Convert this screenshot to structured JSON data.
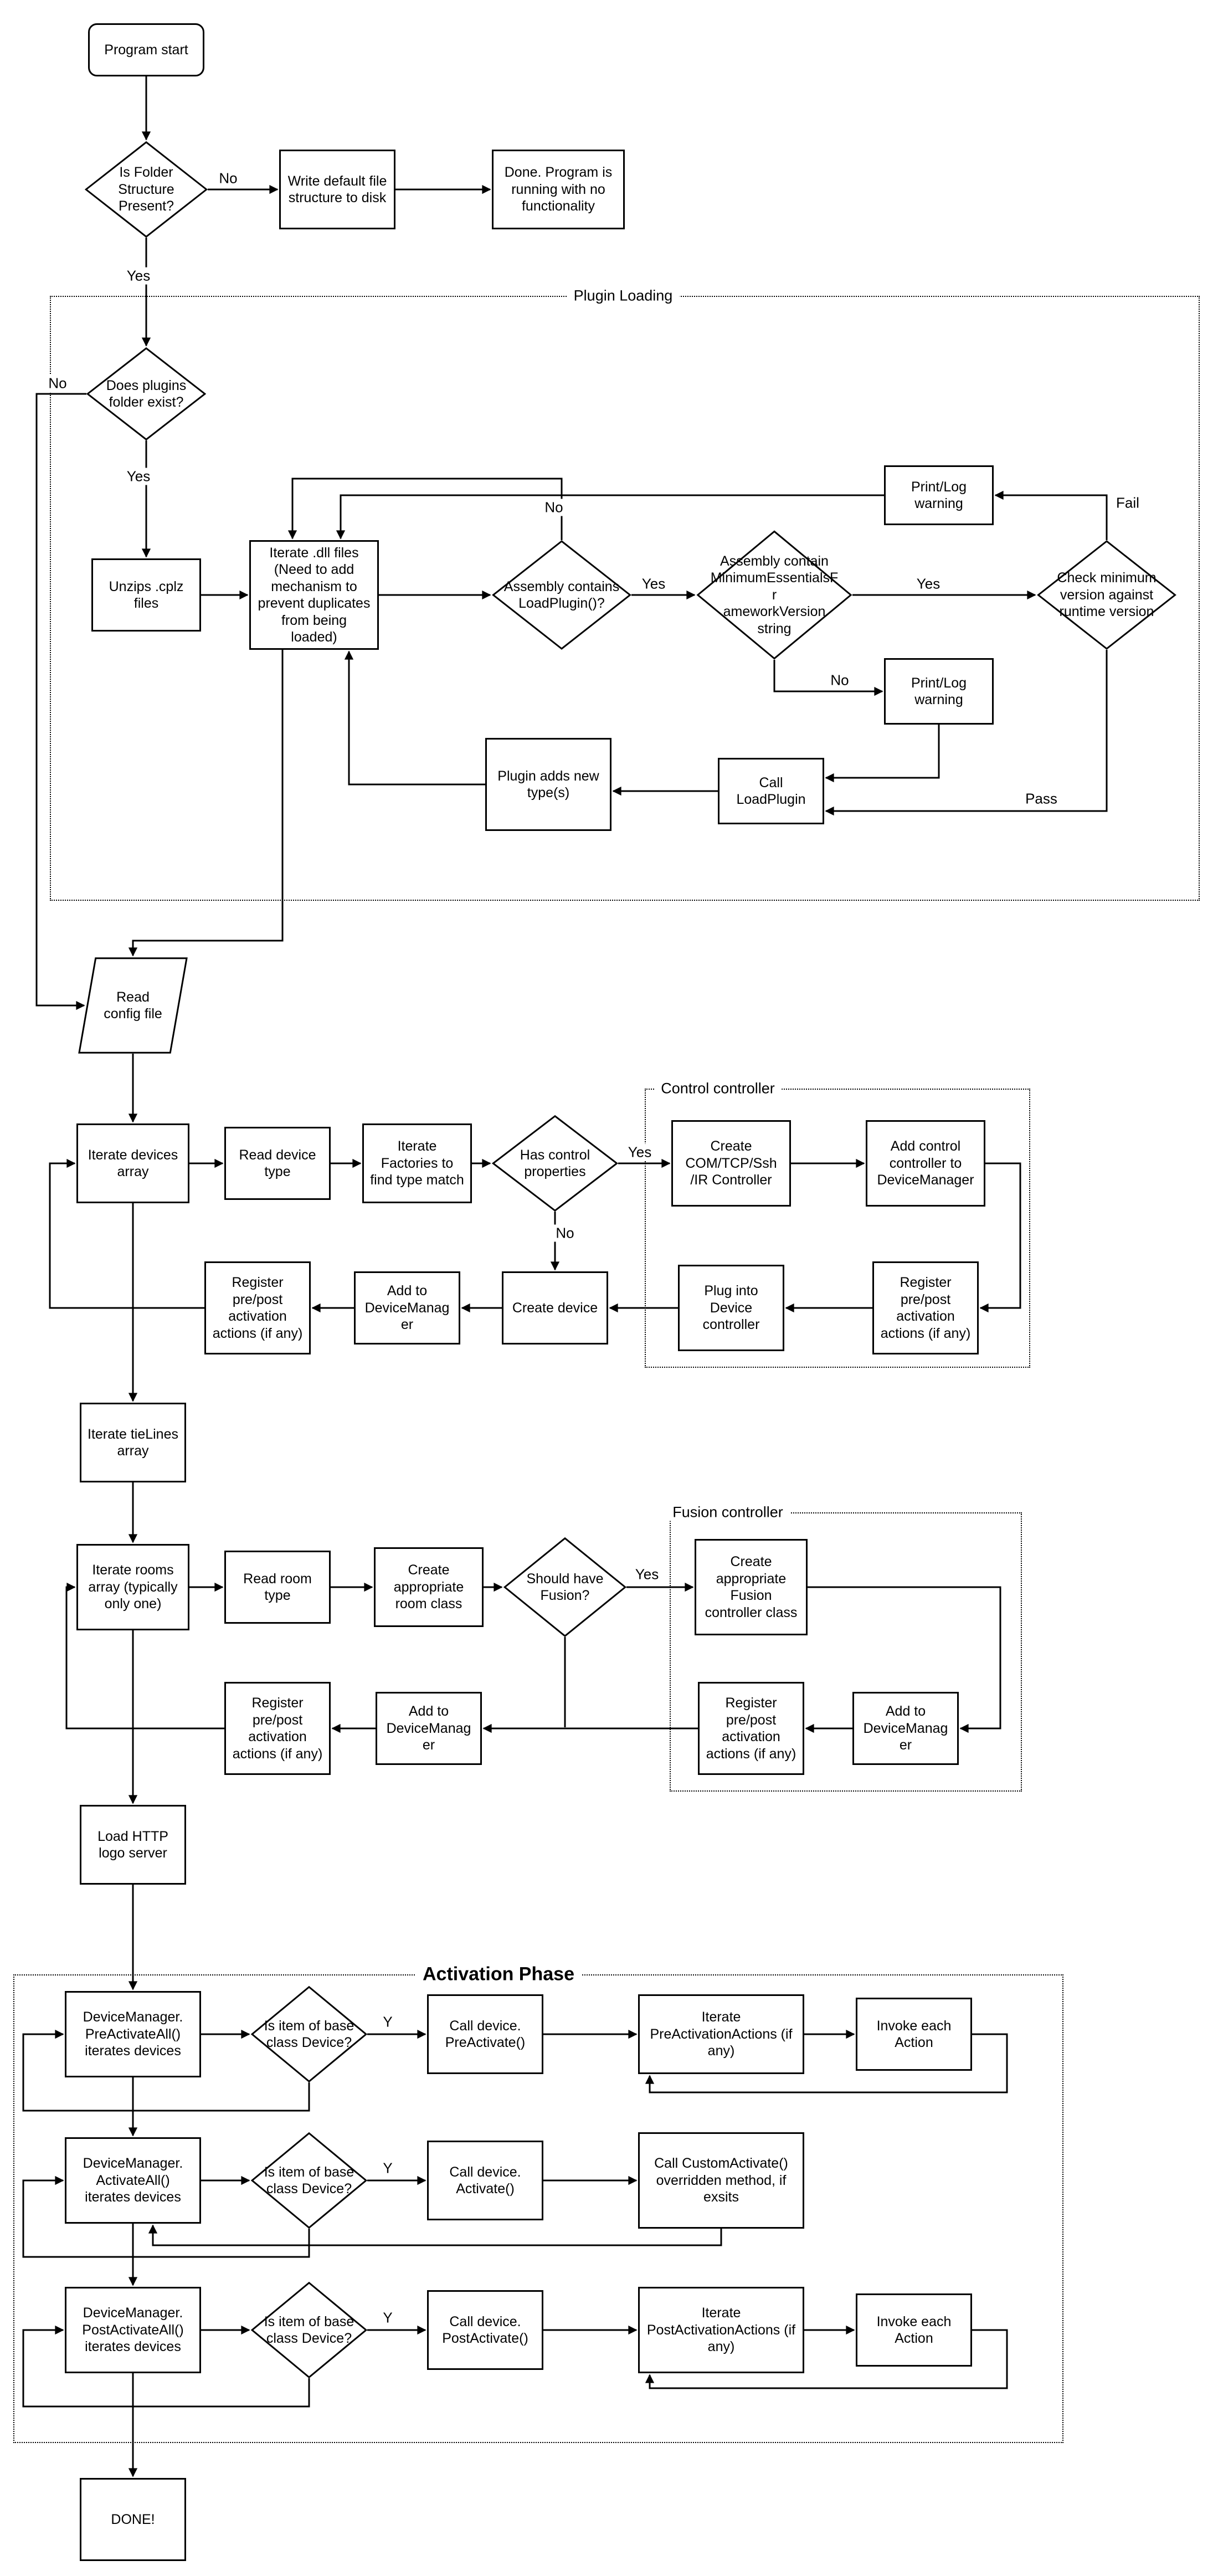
{
  "colors": {
    "line": "#000000",
    "background": "#ffffff"
  },
  "sections": {
    "plugin_loading": "Plugin Loading",
    "control_controller": "Control controller",
    "fusion_controller": "Fusion controller",
    "activation_phase": "Activation Phase"
  },
  "nodes": {
    "program_start": "Program start",
    "folder_check": "Is Folder Structure Present?",
    "write_default": "Write default file structure to disk",
    "done_no_functionality": "Done.  Program is running with no functionality",
    "plugins_folder_check": "Does plugins folder exist?",
    "unzip_cplz": "Unzips .cplz files",
    "iterate_dll": "Iterate .dll files (Need to add mechanism to prevent duplicates from being loaded)",
    "assembly_loadplugin_check": "Assembly contains LoadPlugin()?",
    "assembly_minversion_check": "Assembly contain\nMinimumEssentialsFr\nameworkVersion\nstring",
    "check_min_version": "Check minimum version against runtime version",
    "print_log_warning_fail": "Print/Log warning",
    "print_log_warning_no": "Print/Log warning",
    "call_loadplugin": "Call\nLoadPlugin",
    "plugin_adds_types": "Plugin adds new type(s)",
    "read_config": "Read\nconfig file",
    "iterate_devices": "Iterate devices array",
    "read_device_type": "Read device type",
    "iterate_factories": "Iterate Factories to find type match",
    "has_control_properties": "Has control properties",
    "create_controller": "Create COM/TCP/Ssh /IR Controller",
    "add_control_controller": "Add control controller to DeviceManager",
    "register_actions_control": "Register pre/post activation actions (if any)",
    "plug_into_device_controller": "Plug into Device controller",
    "create_device": "Create device",
    "add_to_devicemanager_device": "Add to DeviceManager",
    "register_actions_device": "Register pre/post activation actions (if any)",
    "iterate_tielines": "Iterate tieLines array",
    "iterate_rooms": "Iterate rooms array (typically only one)",
    "read_room_type": "Read room type",
    "create_room_class": "Create appropriate room class",
    "should_have_fusion": "Should have Fusion?",
    "create_fusion_controller": "Create appropriate Fusion controller class",
    "register_actions_fusion": "Register pre/post activation actions (if any)",
    "add_to_devicemanager_fusion": "Add to DeviceManager",
    "add_to_devicemanager_room": "Add to DeviceManager",
    "register_actions_room": "Register pre/post activation actions (if any)",
    "load_http_logo": "Load HTTP logo server",
    "preactivateall": "DeviceManager.\nPreActivateAll()\niterates devices",
    "is_base_device_1": "Is item of base class Device?",
    "call_preactivate": "Call device.\nPreActivate()",
    "iterate_preactivation": "Iterate PreActivationActions (if any)",
    "invoke_each_action_1": "Invoke each Action",
    "activateall": "DeviceManager.\nActivateAll()\niterates devices",
    "is_base_device_2": "Is item of base class Device?",
    "call_activate": "Call device.\nActivate()",
    "call_customactivate": "Call CustomActivate() overridden method, if exsits",
    "postactivateall": "DeviceManager.\nPostActivateAll()\niterates devices",
    "is_base_device_3": "Is item of base class Device?",
    "call_postactivate": "Call device.\nPostActivate()",
    "iterate_postactivation": "Iterate PostActivationActions (if any)",
    "invoke_each_action_2": "Invoke each Action",
    "done": "DONE!"
  },
  "edge_labels": {
    "no_folder": "No",
    "yes_folder": "Yes",
    "no_plugins": "No",
    "yes_plugins": "Yes",
    "no_loadplugin": "No",
    "yes_loadplugin": "Yes",
    "yes_minversion": "Yes",
    "fail_version": "Fail",
    "no_minversion": "No",
    "pass_version": "Pass",
    "yes_control": "Yes",
    "no_control": "No",
    "yes_fusion": "Yes",
    "y_pre": "Y",
    "y_activate": "Y",
    "y_post": "Y"
  }
}
